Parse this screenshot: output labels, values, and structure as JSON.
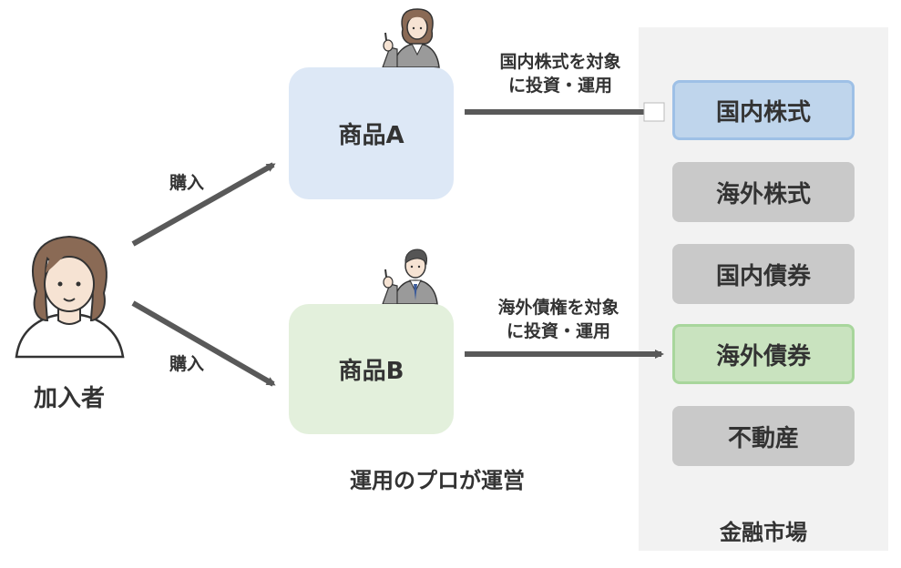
{
  "participant": {
    "label": "加入者"
  },
  "purchase": {
    "label_top": "購入",
    "label_bottom": "購入"
  },
  "products": [
    {
      "name": "商品A",
      "invest_line1": "国内株式を対象",
      "invest_line2": "に投資・運用"
    },
    {
      "name": "商品B",
      "invest_line1": "海外債権を対象",
      "invest_line2": "に投資・運用"
    }
  ],
  "operators_caption": "運用のプロが運営",
  "market": {
    "title": "金融市場",
    "assets": [
      "国内株式",
      "海外株式",
      "国内債券",
      "海外債券",
      "不動産"
    ]
  },
  "colors": {
    "product_a": "#dde8f6",
    "product_b": "#e3f0dc",
    "asset_highlight_blue": "#bfd5ec",
    "asset_highlight_green": "#c9e3bf",
    "asset_default": "#c9c9c9",
    "arrow": "#595959"
  }
}
